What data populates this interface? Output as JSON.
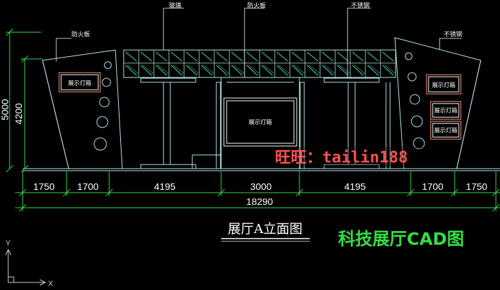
{
  "colors": {
    "background": "#000000",
    "outline": "#b8e6ee",
    "dimension": "#33dd44",
    "leader": "#ffffff",
    "glass": "#37b58b",
    "lightbox_border": "#ff9a80",
    "title_underline": "#ffffff",
    "subtitle": "#33dd44",
    "watermark": "#ff5050"
  },
  "labels": {
    "fireproof_board_top": "防火板",
    "glass": "玻璃",
    "stainless_steel": "不锈钢",
    "fireproof_board_left": "防火板",
    "stainless_steel_right": "不锈钢"
  },
  "lightboxes": {
    "left": "展示灯箱",
    "center": "展示灯箱",
    "right_top": "展示灯箱",
    "right_middle": "展示灯箱",
    "right_bottom": "展示灯箱"
  },
  "vertical_dimensions": [
    "5000",
    "4200"
  ],
  "horizontal_dimensions": [
    "1750",
    "1700",
    "4195",
    "3000",
    "4195",
    "1700",
    "1750"
  ],
  "total_dimension": "18290",
  "drawing_title": "展厅A立面图",
  "subtitle": "科技展厅CAD图",
  "watermark": "旺旺：tailin188",
  "ucs_axes": {
    "x": "X",
    "y": "Y"
  }
}
